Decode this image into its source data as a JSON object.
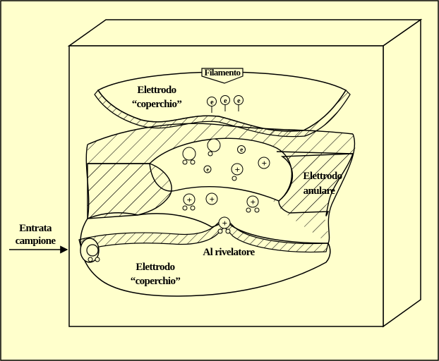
{
  "colors": {
    "background": "#ffffcc",
    "frame": "#000000",
    "ink": "#000000",
    "box": "#ffffcc"
  },
  "labels": {
    "filament": "Filamento",
    "top_electrode_line1": "Elettrodo",
    "top_electrode_line2": "“coperchio”",
    "ring_electrode_line1": "Elettrodo",
    "ring_electrode_line2": "anulare",
    "sample_inlet_line1": "Entrata",
    "sample_inlet_line2": "campione",
    "detector": "Al rivelatore",
    "bottom_electrode_line1": "Elettrodo",
    "bottom_electrode_line2": "“coperchio”"
  },
  "particles": {
    "electron_symbol": "e",
    "ion_symbol": "+"
  }
}
